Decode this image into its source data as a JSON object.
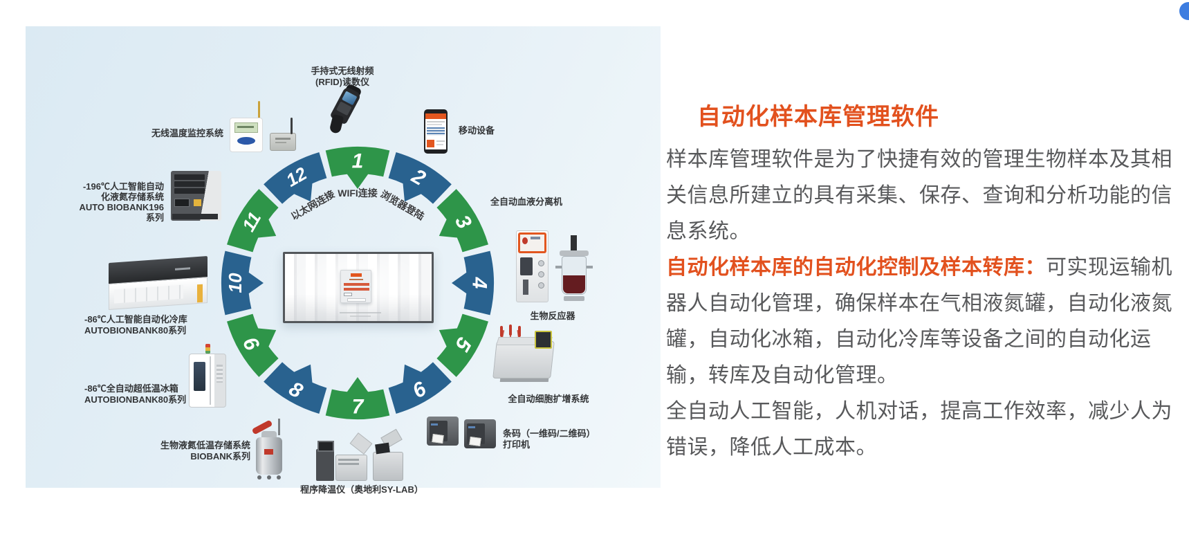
{
  "page": {
    "accent_orange": "#e2511e",
    "corner_dot_color": "#3d7de0"
  },
  "diagram": {
    "ring": {
      "green": "#2e9549",
      "blue": "#29628f",
      "label_color": "#3b3b3d",
      "segments": [
        {
          "number": "1",
          "color": "green"
        },
        {
          "number": "2",
          "color": "blue"
        },
        {
          "number": "3",
          "color": "green"
        },
        {
          "number": "4",
          "color": "blue"
        },
        {
          "number": "5",
          "color": "green"
        },
        {
          "number": "6",
          "color": "blue"
        },
        {
          "number": "7",
          "color": "green"
        },
        {
          "number": "8",
          "color": "blue"
        },
        {
          "number": "9",
          "color": "green"
        },
        {
          "number": "10",
          "color": "blue"
        },
        {
          "number": "11",
          "color": "green"
        },
        {
          "number": "12",
          "color": "blue"
        }
      ],
      "inner_labels": [
        {
          "text": "以太网连接",
          "angle": -30
        },
        {
          "text": "WIFI连接",
          "angle": 0
        },
        {
          "text": "浏览器登陆",
          "angle": 30
        }
      ]
    },
    "device_labels": {
      "rfid": [
        "手持式无线射频",
        "(RFID)读数仪"
      ],
      "temp_monitor": [
        "无线温度监控系统"
      ],
      "mobile": [
        "移动设备"
      ],
      "blood_separator": [
        "全自动血液分离机"
      ],
      "bioreactor": [
        "生物反应器"
      ],
      "cell_expansion": [
        "全自动细胞扩增系统"
      ],
      "barcode_printer": [
        "条码（一维码/二维码）",
        "打印机"
      ],
      "cooling": [
        "程序降温仪（奥地利SY-LAB）"
      ],
      "ln2_storage": [
        "生物液氮低温存储系统",
        "BIOBANK系列"
      ],
      "ult_freezer": [
        "-86℃全自动超低温冰箱",
        "AUTOBIONBANK80系列"
      ],
      "cold_room": [
        "-86℃人工智能自动化冷库",
        "AUTOBIONBANK80系列"
      ],
      "auto_ln2_196": [
        "-196℃人工智能自动",
        "化液氮存储系统",
        "AUTO BIOBANK196",
        "系列"
      ]
    }
  },
  "content": {
    "title": "自动化样本库管理软件",
    "p1": "样本库管理软件是为了快捷有效的管理生物样本及其相关信息所建立的具有采集、保存、查询和分析功能的信息系统。",
    "p2_highlight": "自动化样本库的自动化控制及样本转库：",
    "p2_rest": "可实现运输机器人自动化管理，确保样本在气相液氮罐，自动化液氮罐，自动化冰箱，自动化冷库等设备之间的自动化运输，转库及自动化管理。",
    "p3": "全自动人工智能，人机对话，提高工作效率，减少人为错误，降低人工成本。"
  }
}
